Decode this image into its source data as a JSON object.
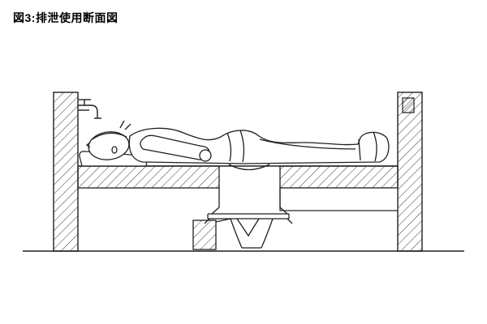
{
  "title": "図3:排泄使用断面図",
  "colors": {
    "line": "#1f1f1f",
    "background": "#ffffff"
  },
  "diagram": {
    "type": "cross-section-line-drawing",
    "parts": [
      "left-post",
      "right-post",
      "water-tap",
      "bed-platform",
      "patient-lying",
      "pillow",
      "toilet-opening",
      "toilet-funnel",
      "toilet-bowl",
      "support-block",
      "step-box",
      "ground-line"
    ]
  }
}
